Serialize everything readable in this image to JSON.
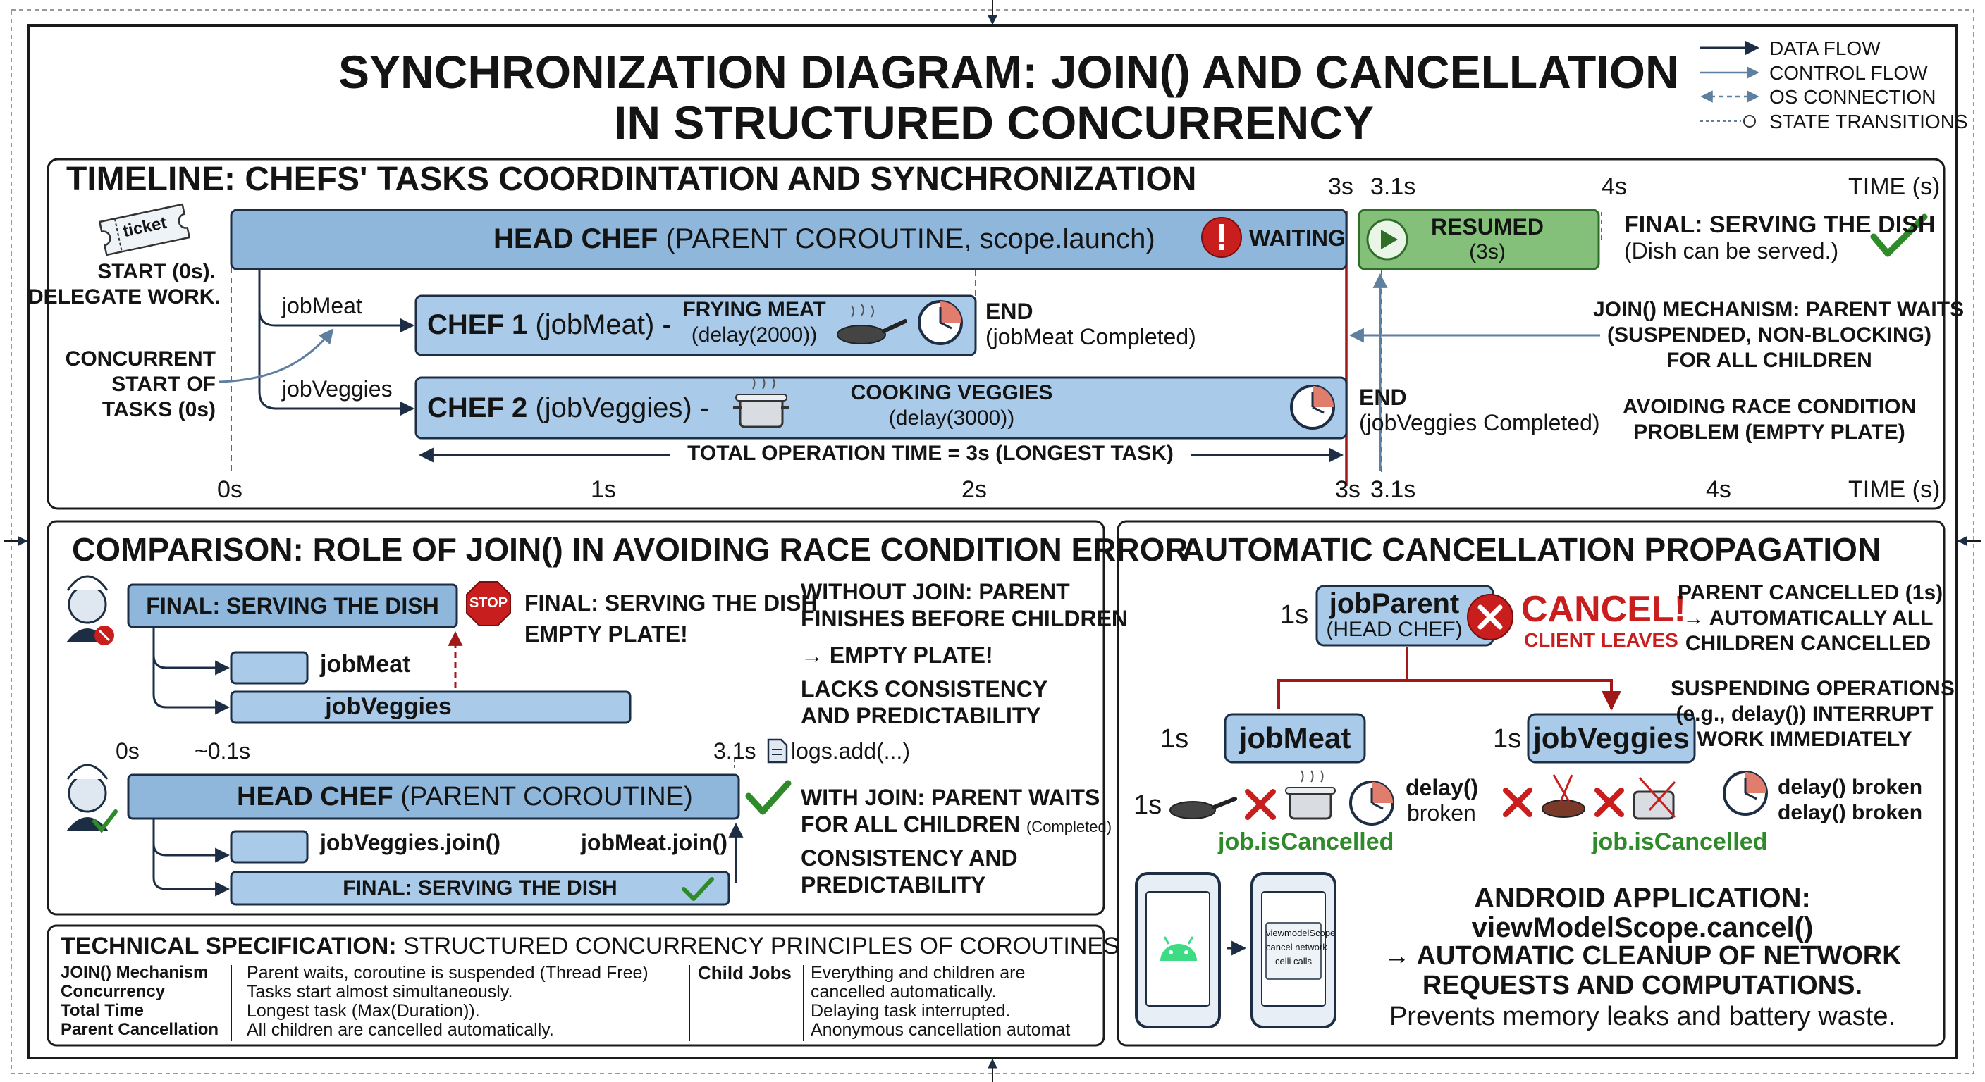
{
  "title": {
    "line1": "SYNCHRONIZATION DIAGRAM: JOIN() AND CANCELLATION",
    "line2": "IN STRUCTURED CONCURRENCY"
  },
  "legend": {
    "data_flow": "DATA FLOW",
    "control_flow": "CONTROL FLOW",
    "os_connection": "OS CONNECTION",
    "state_transitions": "STATE TRANSITIONS"
  },
  "timeline": {
    "heading": "TIMELINE: CHEFS' TASKS COORDINTATION AND SYNCHRONIZATION",
    "top_ticks": {
      "t3": "3s",
      "t31": "3.1s",
      "t4": "4s",
      "time": "TIME (s)"
    },
    "bottom_ticks": {
      "t0": "0s",
      "t1": "1s",
      "t2": "2s",
      "t3": "3s",
      "t31": "3.1s",
      "t4": "4s",
      "time": "TIME (s)"
    },
    "ticket": "ticket",
    "start_line1": "START (0s).",
    "start_line2": "DELEGATE WORK.",
    "concurrent_line1": "CONCURRENT",
    "concurrent_line2": "START OF",
    "concurrent_line3": "TASKS (0s)",
    "branch_meat": "jobMeat",
    "branch_veggies": "jobVeggies",
    "head_chef_bold": "HEAD CHEF",
    "head_chef_rest": "(PARENT COROUTINE, scope.launch)",
    "waiting": "WAITING",
    "resumed": "RESUMED",
    "resumed_time": "(3s)",
    "final_bold": "FINAL: SERVING THE DISH",
    "final_note": "(Dish can be served.)",
    "chef1_bold": "CHEF 1",
    "chef1_rest": "(jobMeat) -",
    "chef1_task": "FRYING MEAT",
    "chef1_delay": "(delay(2000))",
    "chef1_end": "END",
    "chef1_end_note": "(jobMeat Completed)",
    "chef2_bold": "CHEF 2",
    "chef2_rest": "(jobVeggies) -",
    "chef2_task": "COOKING VEGGIES",
    "chef2_delay": "(delay(3000))",
    "chef2_end": "END",
    "chef2_end_note": "(jobVeggies Completed)",
    "total_time": "TOTAL OPERATION TIME = 3s (LONGEST TASK)",
    "join_note_line1": "JOIN() MECHANISM: PARENT WAITS",
    "join_note_line2": "(SUSPENDED, NON-BLOCKING)",
    "join_note_line3": "FOR ALL CHILDREN",
    "race_line1": "AVOIDING RACE CONDITION",
    "race_line2": "PROBLEM (EMPTY PLATE)"
  },
  "comparison": {
    "heading": "COMPARISON: ROLE OF JOIN() IN AVOIDING RACE CONDITION ERROR",
    "bad_final": "FINAL: SERVING THE DISH",
    "stop": "STOP",
    "bad_final_side": "FINAL: SERVING THE DISH",
    "empty_plate": "EMPTY PLATE!",
    "bad_meat": "jobMeat",
    "bad_veggies": "jobVeggies",
    "without_line1": "WITHOUT JOIN: PARENT",
    "without_line2": "FINISHES BEFORE CHILDREN",
    "without_line3": "→ EMPTY PLATE!",
    "without_line4": "LACKS CONSISTENCY",
    "without_line5": "AND PREDICTABILITY",
    "tick_0": "0s",
    "tick_01": "~0.1s",
    "tick_31": "3.1s",
    "logs": "logs.add(...)",
    "good_head_bold": "HEAD CHEF",
    "good_head_rest": "(PARENT COROUTINE)",
    "good_veggies_join": "jobVeggies.join()",
    "good_meat_join": "jobMeat.join()",
    "good_final": "FINAL: SERVING THE DISH",
    "with_line1": "WITH JOIN: PARENT WAITS",
    "with_line2": "FOR ALL CHILDREN",
    "with_small": "(Completed)",
    "with_line3": "CONSISTENCY AND",
    "with_line4": "PREDICTABILITY"
  },
  "spec": {
    "heading_bold": "TECHNICAL SPECIFICATION:",
    "heading_rest": "STRUCTURED CONCURRENCY PRINCIPLES OF COROUTINES",
    "rows": [
      {
        "key": "JOIN() Mechanism",
        "value": "Parent waits, coroutine is suspended (Thread Free)"
      },
      {
        "key": "Concurrency",
        "value": "Tasks start almost simultaneously."
      },
      {
        "key": "Total Time",
        "value": "Longest task (Max(Duration))."
      },
      {
        "key": "Parent Cancellation",
        "value": "All children are cancelled automatically."
      }
    ],
    "child_key": "Child Jobs",
    "child_lines": [
      "Everything and children are",
      "cancelled automatically.",
      "Delaying task interrupted.",
      "Anonymous cancellation automat"
    ]
  },
  "cancellation": {
    "heading": "AUTOMATIC CANCELLATION PROPAGATION",
    "parent_time": "1s",
    "parent_name": "jobParent",
    "parent_sub": "(HEAD CHEF)",
    "cancel": "CANCEL!",
    "client_leaves": "CLIENT LEAVES",
    "note1_line1": "PARENT CANCELLED (1s)",
    "note1_line2": "→ AUTOMATICALLY ALL",
    "note1_line3": "CHILDREN CANCELLED",
    "note2_line1": "SUSPENDING OPERATIONS",
    "note2_line2": "(e.g., delay()) INTERRUPT",
    "note2_line3": "WORK IMMEDIATELY",
    "meat_time": "1s",
    "meat_name": "jobMeat",
    "veggies_time": "1s",
    "veggies_name": "jobVeggies",
    "meat_row_time": "1s",
    "meat_delay": "delay()",
    "meat_broken": "broken",
    "veggies_delay1": "delay() broken",
    "veggies_delay2": "delay() broken",
    "meat_status": "job.isCancelled",
    "veggies_status": "job.isCancelled",
    "phone_line1": "viewmodelScope",
    "phone_line2": "cancel network",
    "phone_line3": "celli calls",
    "android_line1": "ANDROID APPLICATION:",
    "android_line2": "viewModelScope.cancel()",
    "android_line3": "→ AUTOMATIC CLEANUP OF NETWORK",
    "android_line4": "REQUESTS AND COMPUTATIONS.",
    "android_line5": "Prevents memory leaks and battery waste."
  }
}
